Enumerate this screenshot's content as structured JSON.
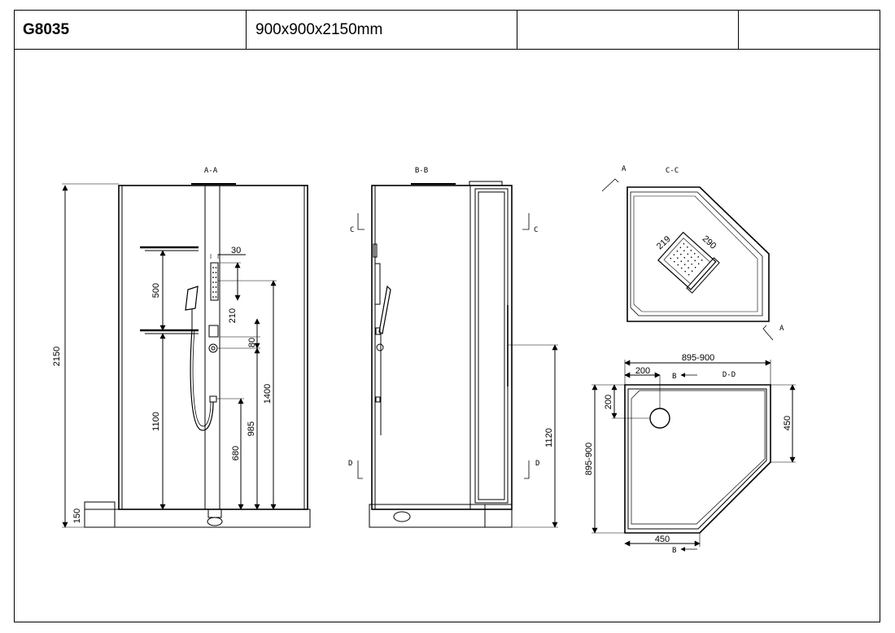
{
  "title_block": {
    "model": "G8035",
    "size": "900x900x2150mm",
    "cell3": "",
    "cell4": ""
  },
  "views": {
    "aa": {
      "label": "A-A",
      "height_total": "2150",
      "base": "150",
      "shelf_gap": "500",
      "shelf_low": "1100",
      "panel_w": "30",
      "jets": "210",
      "btn": "80",
      "knob": "1400",
      "head": "985",
      "outlet": "680"
    },
    "bb": {
      "label": "B-B",
      "sec_c_left": "C",
      "sec_c_right": "C",
      "sec_d_left": "D",
      "sec_d_right": "D",
      "handle": "1120"
    },
    "cc": {
      "label": "C-C",
      "sec_a_top": "A",
      "sec_a_bottom": "A",
      "d1": "219",
      "d2": "290"
    },
    "dd": {
      "label": "D-D",
      "width": "895-900",
      "depth": "895-900",
      "drain_x": "200",
      "drain_y": "200",
      "side": "450",
      "front": "450",
      "sec_b_top": "B",
      "sec_b_bottom": "B"
    }
  }
}
